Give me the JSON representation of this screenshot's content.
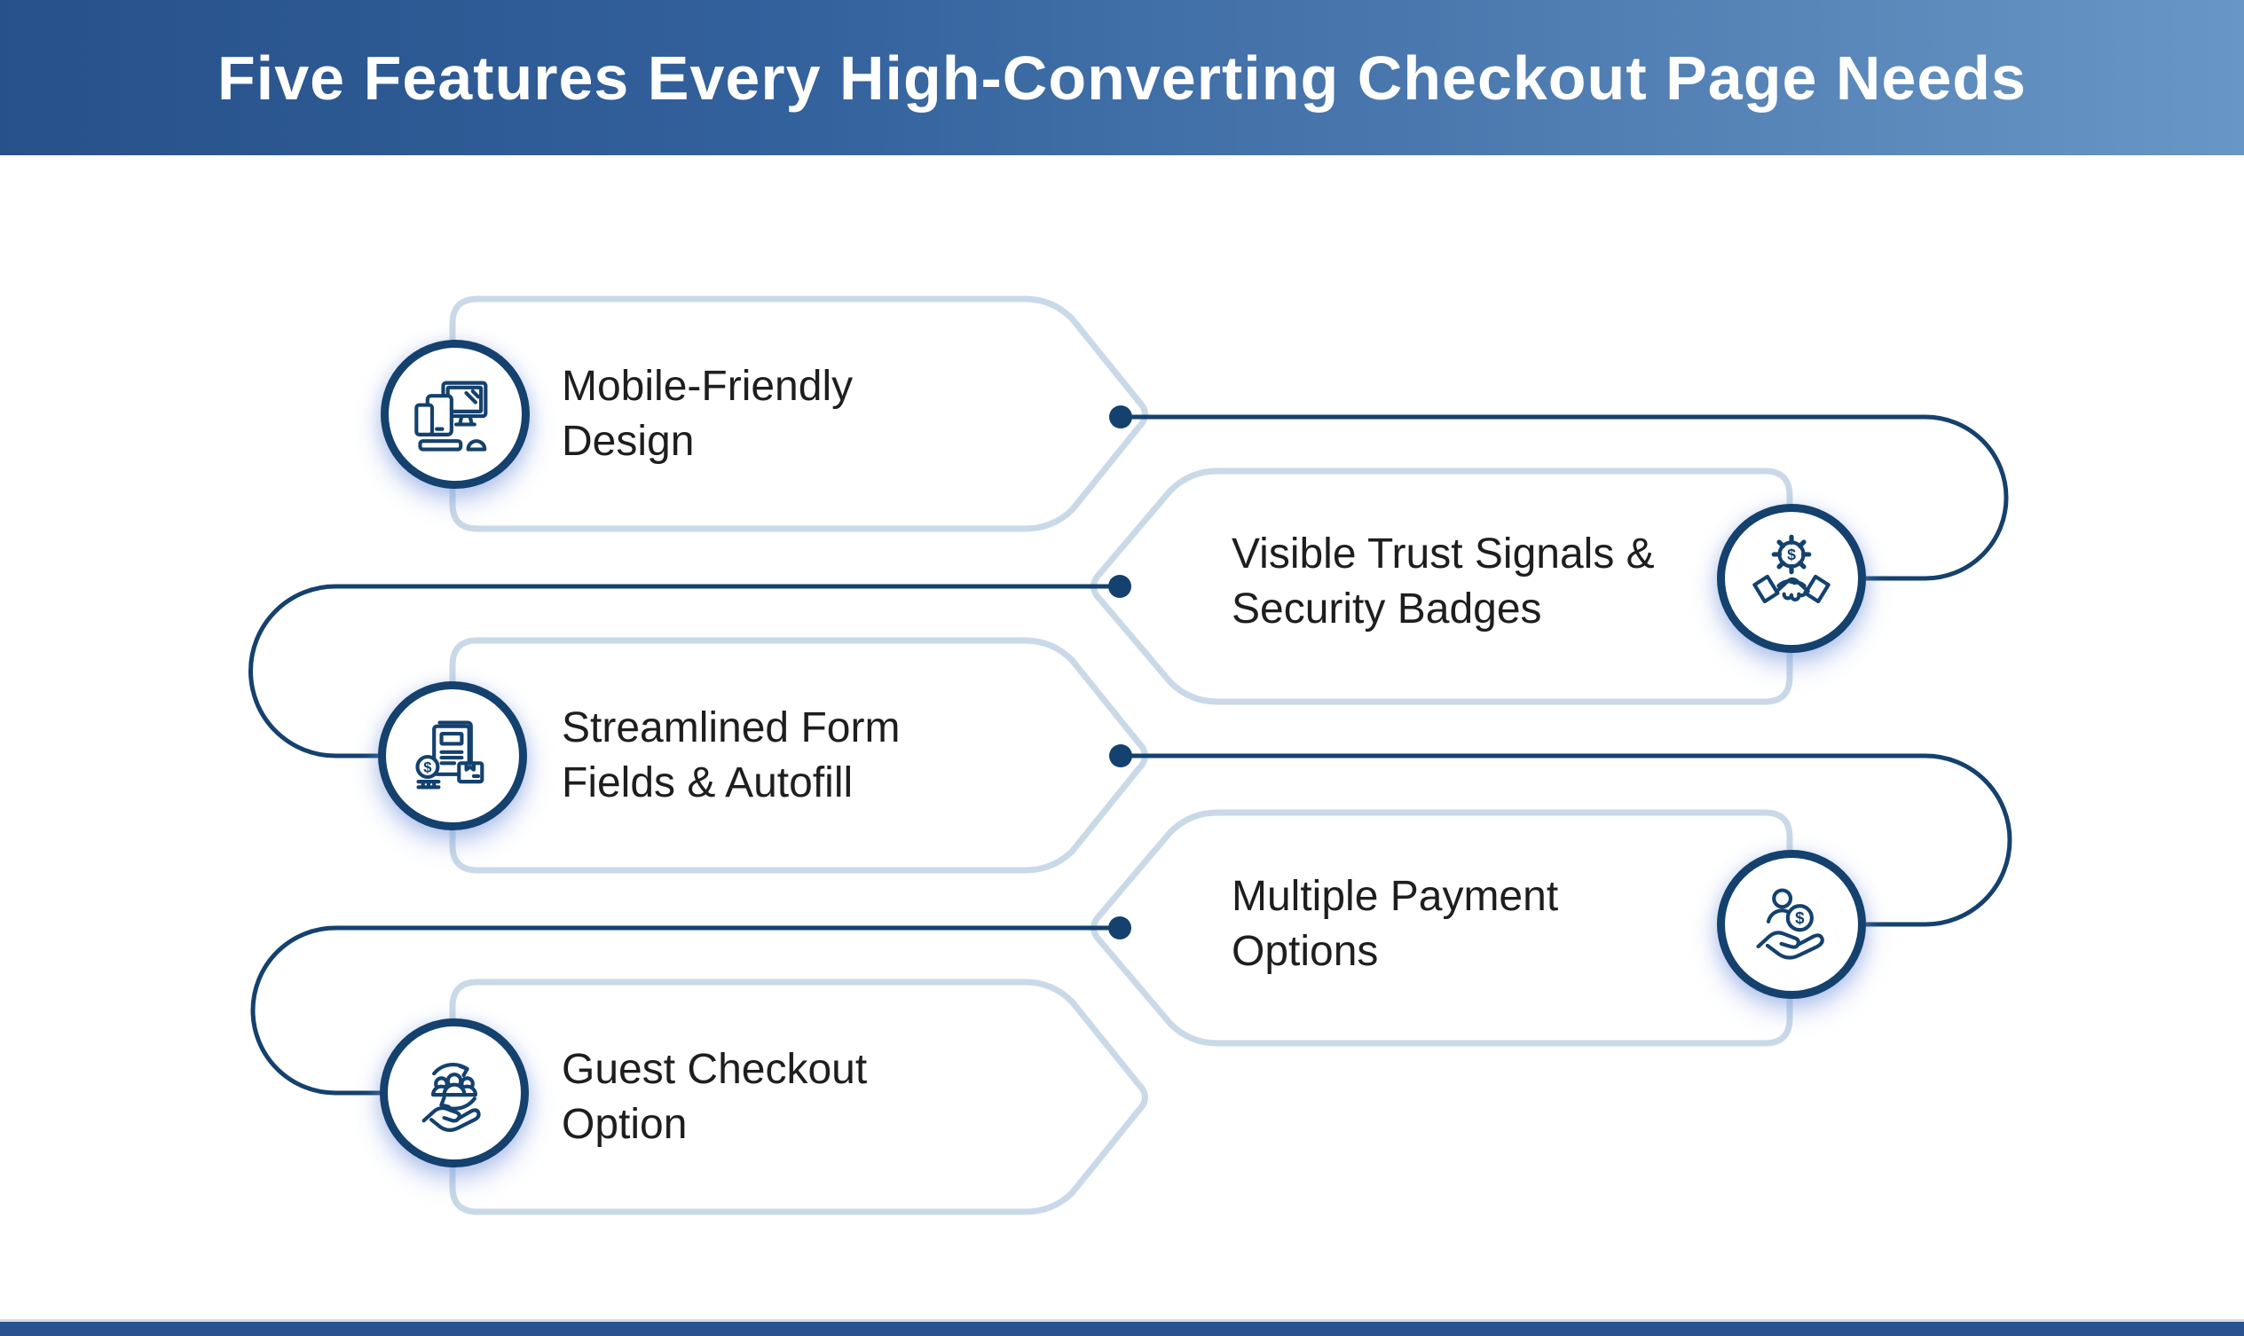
{
  "header": {
    "title": "Five Features Every High-Converting Checkout Page Needs"
  },
  "features": [
    {
      "label": "Mobile-Friendly Design",
      "lines": [
        "Mobile-Friendly",
        "Design"
      ],
      "icon": "devices-icon",
      "side": "left"
    },
    {
      "label": "Visible Trust Signals & Security Badges",
      "lines": [
        "Visible Trust Signals &",
        "Security Badges"
      ],
      "icon": "handshake-gear-icon",
      "side": "right"
    },
    {
      "label": "Streamlined Form Fields & Autofill",
      "lines": [
        "Streamlined Form",
        "Fields & Autofill"
      ],
      "icon": "invoice-coin-icon",
      "side": "left"
    },
    {
      "label": "Multiple Payment Options",
      "lines": [
        "Multiple Payment",
        "Options"
      ],
      "icon": "payment-hand-icon",
      "side": "right"
    },
    {
      "label": "Guest Checkout Option",
      "lines": [
        "Guest Checkout",
        "Option"
      ],
      "icon": "people-rotation-hand-icon",
      "side": "left"
    }
  ],
  "icon_glyphs": {
    "dollar": "$"
  },
  "colors": {
    "accent_navy": "#14416e",
    "card_border": "#c9d9e8",
    "header_gradient_left": "#27518a",
    "header_gradient_right": "#6896c5",
    "footer_bar": "#2a5291",
    "text": "#1e1e1e"
  }
}
